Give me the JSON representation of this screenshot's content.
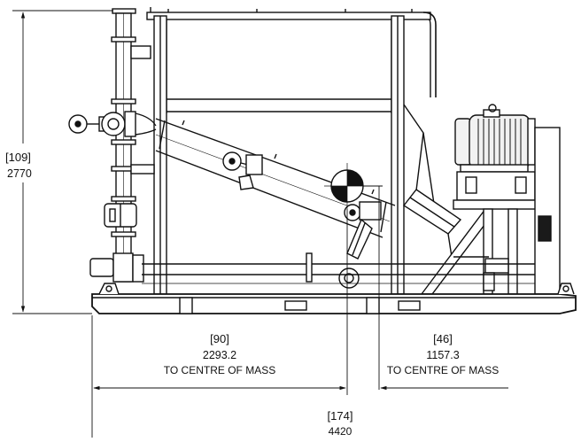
{
  "drawing": {
    "height_dim": {
      "inch": "[109]",
      "mm": "2770"
    },
    "com_dim_left": {
      "inch": "[90]",
      "mm": "2293.2",
      "note": "TO CENTRE OF MASS"
    },
    "com_dim_right": {
      "inch": "[46]",
      "mm": "1157.3",
      "note": "TO CENTRE OF MASS"
    },
    "length_dim": {
      "inch": "[174]",
      "mm": "4420"
    }
  },
  "colors": {
    "line": "#111111",
    "steel_fill": "#ffffff",
    "motor_fill": "#f2f2f2",
    "dark": "#1a1a1a"
  }
}
